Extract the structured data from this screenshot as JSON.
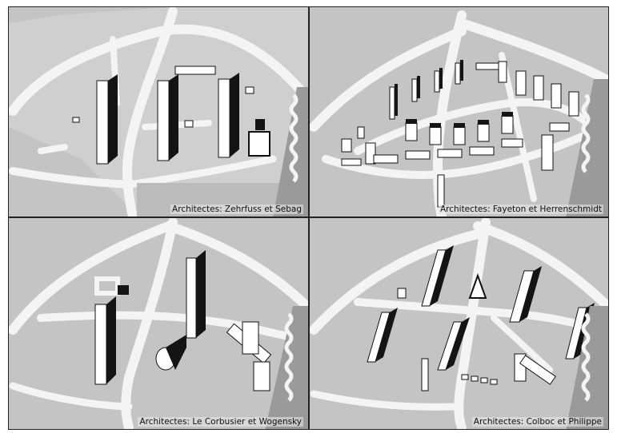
{
  "panels": [
    {
      "caption": "Architectes: Zehrfuss et Sebag"
    },
    {
      "caption": "Architectes: Fayeton et Herrenschmidt"
    },
    {
      "caption": "Architectes: Le Corbusier et Wogensky"
    },
    {
      "caption": "Architectes: Colboc et Philippe"
    }
  ],
  "colors": {
    "ground": "#bdbdbd",
    "road": "#f2f2f2",
    "shadow": "#141414",
    "building": "#ffffff"
  }
}
